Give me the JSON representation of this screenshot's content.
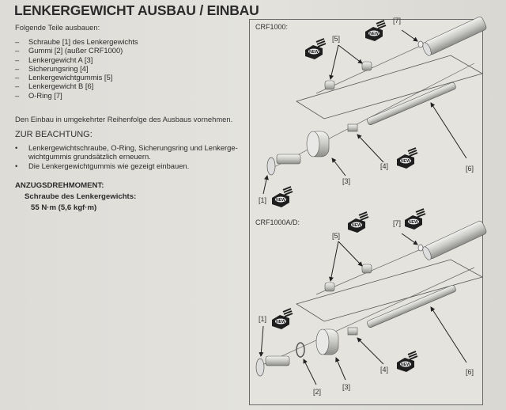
{
  "title": "LENKERGEWICHT AUSBAU / EINBAU",
  "intro": "Folgende Teile ausbauen:",
  "parts": [
    "Schraube [1] des Lenkergewichts",
    "Gummi [2] (außer CRF1000)",
    "Lenkergewicht A [3]",
    "Sicherungsring [4]",
    "Lenkergewichtgummis [5]",
    "Lenkergewicht B [6]",
    "O-Ring [7]"
  ],
  "dash": "–",
  "bullet": "•",
  "reassembly": "Den Einbau in umgekehrter Reihenfolge des Ausbaus vornehmen.",
  "note": {
    "heading": "ZUR BEACHTUNG:",
    "items": [
      "Lenkergewichtschraube, O-Ring, Sicherungsring und Lenkerge­wichtgummis grundsätzlich erneuern.",
      "Die Lenkergewichtgummis wie gezeigt einbauen."
    ]
  },
  "torque": {
    "heading": "ANZUGSDREHMOMENT:",
    "label": "Schraube des Lenkergewichts:",
    "value": "55 N·m (5,6 kgf·m)"
  },
  "figures": [
    {
      "model": "CRF1000:",
      "labels": {
        "l1": "[1]",
        "l3": "[3]",
        "l4": "[4]",
        "l5": "[5]",
        "l6": "[6]",
        "l7": "[7]"
      }
    },
    {
      "model": "CRF1000A/D:",
      "labels": {
        "l1": "[1]",
        "l2": "[2]",
        "l3": "[3]",
        "l4": "[4]",
        "l5": "[5]",
        "l6": "[6]",
        "l7": "[7]"
      }
    }
  ],
  "new_badge": "NEW"
}
